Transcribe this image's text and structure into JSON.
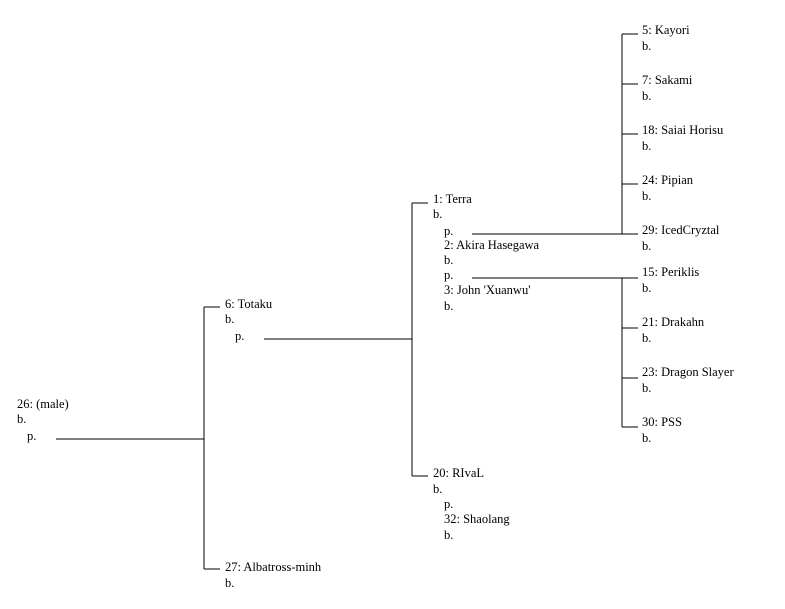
{
  "people": {
    "p26": {
      "name": "26: (male)",
      "born": "b.",
      "place": "p."
    },
    "p6": {
      "name": "6: Totaku",
      "born": "b.",
      "place": "p."
    },
    "p27": {
      "name": "27: Albatross-minh",
      "born": "b."
    },
    "p1": {
      "name": "1: Terra",
      "born": "b.",
      "place": "p."
    },
    "p2": {
      "name": "2: Akira Hasegawa",
      "born": "b.",
      "place": "p."
    },
    "p3": {
      "name": "3: John 'Xuanwu'",
      "born": "b."
    },
    "p20": {
      "name": "20: RIvaL",
      "born": "b.",
      "place": "p."
    },
    "p32": {
      "name": "32: Shaolang",
      "born": "b."
    },
    "p5": {
      "name": "5: Kayori",
      "born": "b."
    },
    "p7": {
      "name": "7: Sakami",
      "born": "b."
    },
    "p18": {
      "name": "18: Saiai Horisu",
      "born": "b."
    },
    "p24": {
      "name": "24: Pipian",
      "born": "b."
    },
    "p29": {
      "name": "29: IcedCryztal",
      "born": "b."
    },
    "p15": {
      "name": "15: Periklis",
      "born": "b."
    },
    "p21": {
      "name": "21: Drakahn",
      "born": "b."
    },
    "p23": {
      "name": "23: Dragon Slayer",
      "born": "b."
    },
    "p30": {
      "name": "30: PSS",
      "born": "b."
    }
  },
  "colors": {
    "line": "#000000",
    "text": "#000000",
    "background": "#ffffff"
  }
}
